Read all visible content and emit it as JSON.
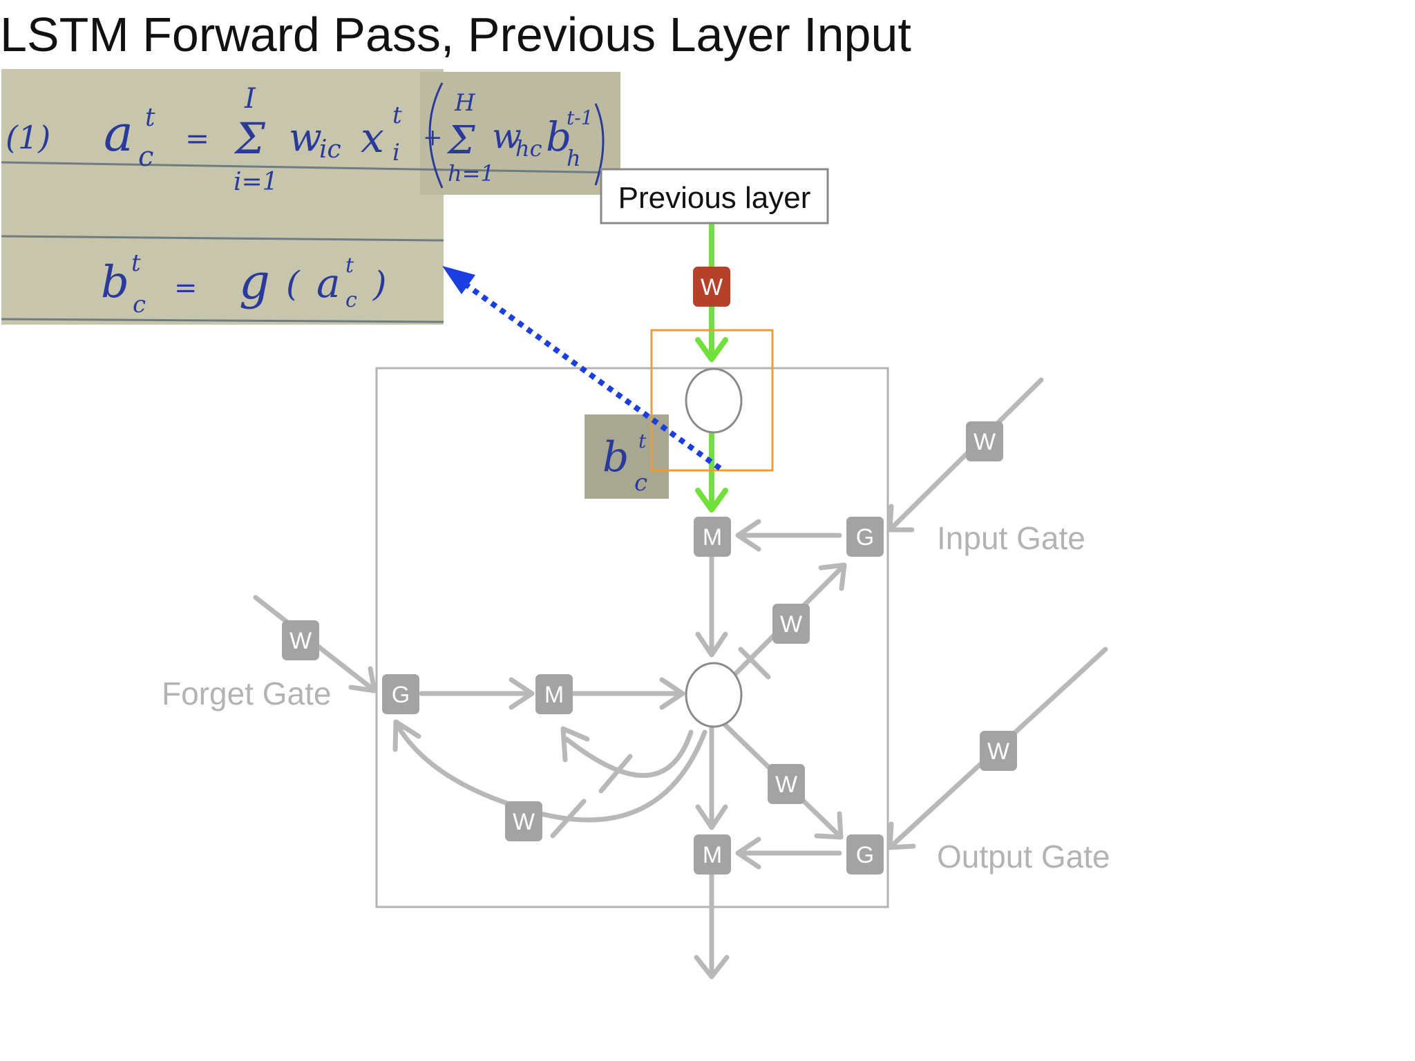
{
  "title": "LSTM Forward Pass,  Previous Layer Input",
  "previous_layer_label": "Previous layer",
  "weight_label": "W",
  "multiply_label": "M",
  "gate_node_label": "G",
  "gates": {
    "input": "Input Gate",
    "forget": "Forget Gate",
    "output": "Output Gate"
  },
  "equations": {
    "number": "(1)",
    "lhs_a": "a",
    "sub_c": "c",
    "sup_t": "t",
    "equals": "=",
    "sum": "Σ",
    "upper_I": "I",
    "lower_i1": "i=1",
    "w_ic": "w",
    "sub_ic": "ic",
    "x": "x",
    "sub_i": "i",
    "plus": "+",
    "upper_H": "H",
    "lower_h1": "h=1",
    "w_hc": "w",
    "sub_hc": "hc",
    "b": "b",
    "sup_tm1": "t-1",
    "sub_h": "h",
    "lhs_b": "b",
    "g_of": "g",
    "lparen": "(",
    "rparen": ")"
  },
  "colors": {
    "green": "#72e03a",
    "weight_red": "#b5412b",
    "gray": "#b8b8b8",
    "node_gray": "#a3a3a3",
    "orange": "#ee9b3a",
    "blue_dotted": "#1a3ee0",
    "paper": "#c9c8ae"
  }
}
